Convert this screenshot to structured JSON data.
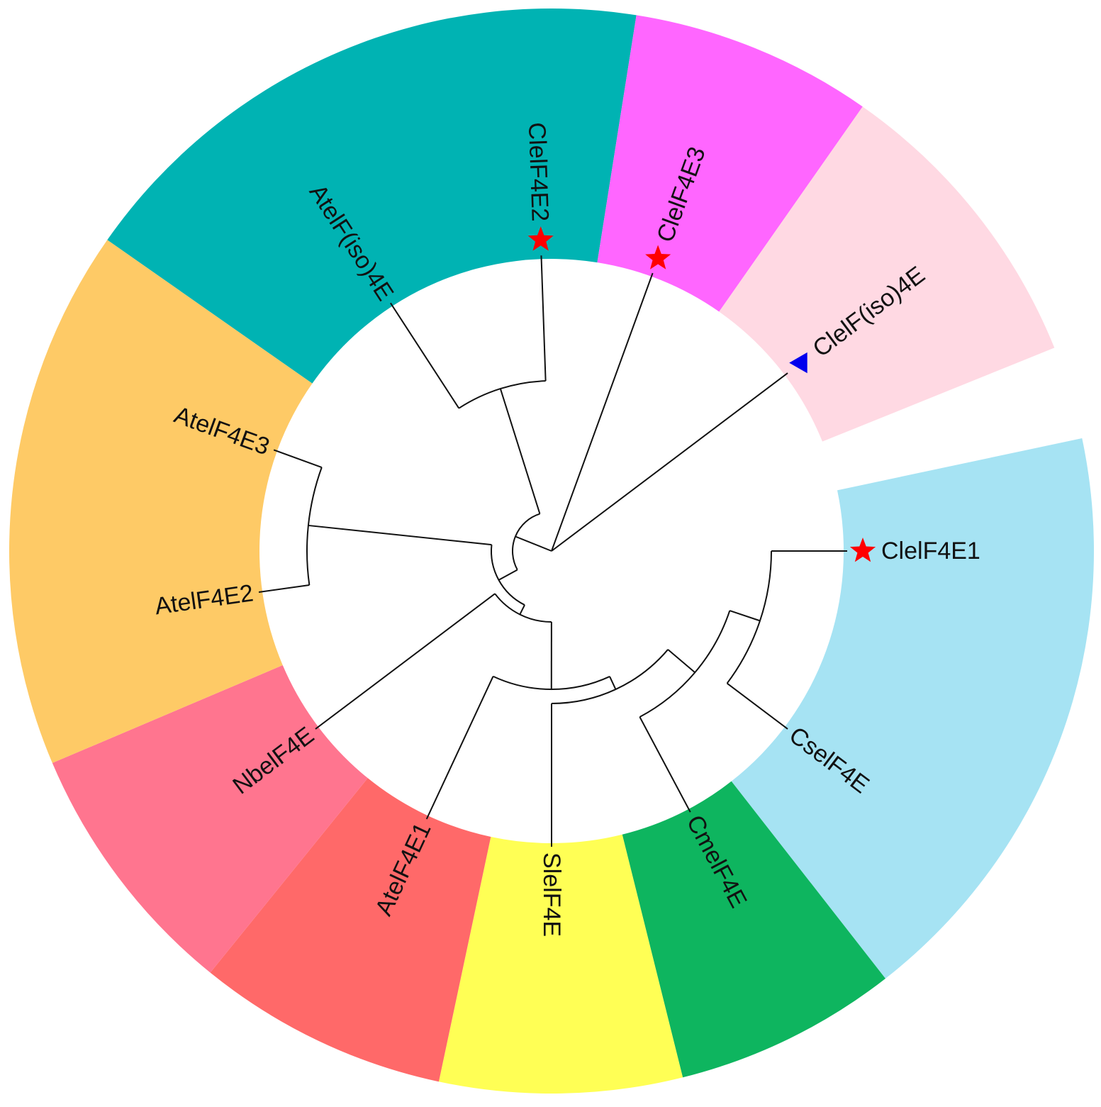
{
  "tree": {
    "leaves": [
      {
        "id": "cleif4e1",
        "label": "ClelF4E1",
        "angle": 0,
        "marker": "star"
      },
      {
        "id": "cseif4e",
        "label": "CselF4E",
        "angle": 37,
        "marker": ""
      },
      {
        "id": "cmeif4e",
        "label": "CmelF4E",
        "angle": 62,
        "marker": ""
      },
      {
        "id": "sleif4e",
        "label": "SlelF4E",
        "angle": 90,
        "marker": ""
      },
      {
        "id": "ateif4e1",
        "label": "AtelF4E1",
        "angle": 115,
        "marker": ""
      },
      {
        "id": "nbeif4e",
        "label": "NbelF4E",
        "angle": 143,
        "marker": ""
      },
      {
        "id": "ateif4e2",
        "label": "AtelF4E2",
        "angle": 172,
        "marker": ""
      },
      {
        "id": "ateif4e3",
        "label": "AtelF4E3",
        "angle": 200,
        "marker": ""
      },
      {
        "id": "ateifiso4e",
        "label": "AtelF(iso)4E",
        "angle": 237,
        "marker": ""
      },
      {
        "id": "cleif4e2",
        "label": "ClelF4E2",
        "angle": 268,
        "marker": "star"
      },
      {
        "id": "cleif4e3",
        "label": "ClelF4E3",
        "angle": 290,
        "marker": "star"
      },
      {
        "id": "cleifiso4e",
        "label": "ClelF(iso)4E",
        "angle": 323,
        "marker": "triangle"
      }
    ],
    "sectors": [
      {
        "id": "cleif4e1",
        "from": -12,
        "to": 52,
        "color": "#A6E3F3",
        "outer": 765
      },
      {
        "id": "cmeif4e",
        "from": 52,
        "to": 76,
        "color": "#0EB55F",
        "outer": 765
      },
      {
        "id": "sleif4e",
        "from": 76,
        "to": 102,
        "color": "#FFFF55",
        "outer": 765
      },
      {
        "id": "ateif4e1",
        "from": 102,
        "to": 129,
        "color": "#FF6969",
        "outer": 765
      },
      {
        "id": "nbeif4e",
        "from": 129,
        "to": 157,
        "color": "#FF758F",
        "outer": 765
      },
      {
        "id": "ateif4e2",
        "from": 157,
        "to": 215,
        "color": "#FECA66",
        "outer": 765
      },
      {
        "id": "ateifiso4e",
        "from": 215,
        "to": 279,
        "color": "#00B3B3",
        "outer": 765
      },
      {
        "id": "cleif4e3",
        "from": 279,
        "to": 305,
        "color": "#FF66FF",
        "outer": 765
      },
      {
        "id": "cleifiso4e",
        "from": 305,
        "to": 338,
        "color": "#FFD9E3",
        "outer": 765
      }
    ],
    "colors": {
      "star": "#FF0000",
      "triangle": "#0000EE",
      "branch": "#111111"
    }
  }
}
